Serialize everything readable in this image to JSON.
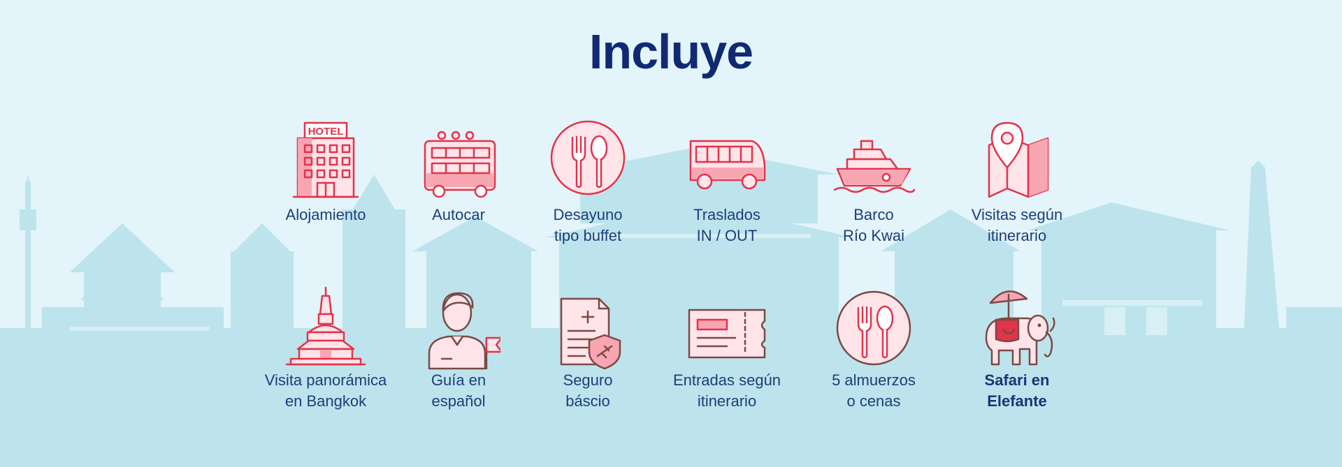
{
  "title": "Incluye",
  "items": [
    {
      "label_1": "Alojamiento",
      "label_2": "",
      "icon": "hotel-icon"
    },
    {
      "label_1": "Autocar",
      "label_2": "",
      "icon": "double-decker-bus-icon"
    },
    {
      "label_1": "Desayuno",
      "label_2": "tipo buffet",
      "icon": "fork-spoon-plate-icon"
    },
    {
      "label_1": "Traslados",
      "label_2": "IN / OUT",
      "icon": "shuttle-bus-icon"
    },
    {
      "label_1": "Barco",
      "label_2": "Río Kwai",
      "icon": "boat-icon"
    },
    {
      "label_1": "Visitas según",
      "label_2": "itinerario",
      "icon": "map-pin-icon"
    },
    {
      "label_1": "Visita panorámica",
      "label_2": "en Bangkok",
      "icon": "pagoda-icon"
    },
    {
      "label_1": "Guía en",
      "label_2": "español",
      "icon": "tour-guide-icon"
    },
    {
      "label_1": "Seguro",
      "label_2": "báscio",
      "icon": "insurance-document-icon"
    },
    {
      "label_1": "Entradas según",
      "label_2": "itinerario",
      "icon": "ticket-icon"
    },
    {
      "label_1": "5 almuerzos",
      "label_2": "o cenas",
      "icon": "fork-spoon-plate-icon"
    },
    {
      "label_1": "Safari en",
      "label_2": "Elefante",
      "icon": "elephant-umbrella-icon"
    }
  ],
  "colors": {
    "background": "#e3f4fa",
    "skyline": "#bde4ec",
    "title": "#102a72",
    "label": "#1e3d7a",
    "icon_stroke": "#e2334a",
    "icon_fill": "#ffe4ea"
  }
}
